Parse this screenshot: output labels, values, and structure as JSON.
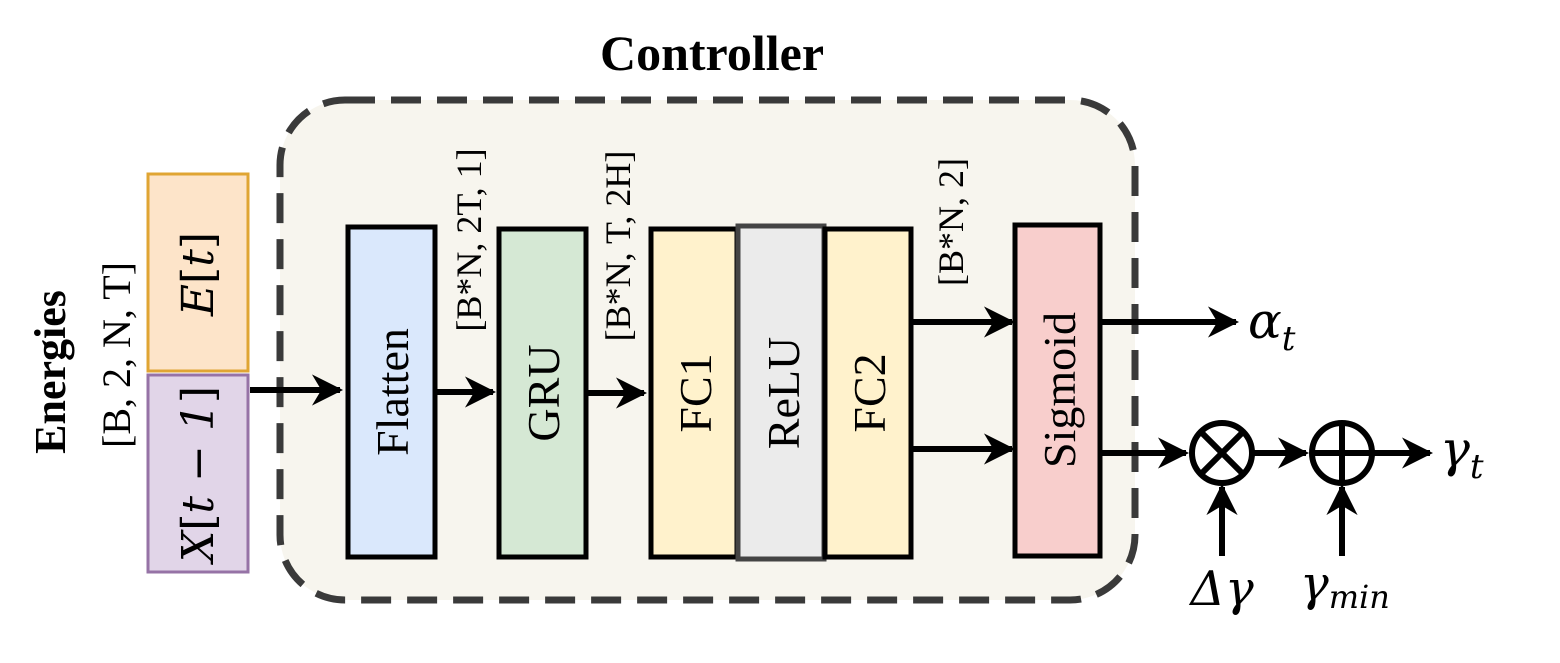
{
  "title": "Controller",
  "input": {
    "label": "Energies",
    "shape": "[B, 2, N, T]",
    "top_box": {
      "var": "E",
      "open": "[",
      "idx": "t",
      "close": "]"
    },
    "bottom_box": {
      "var": "X",
      "open": "[",
      "idx": "t − 1",
      "close": "]"
    }
  },
  "blocks": {
    "flatten": "Flatten",
    "gru": "GRU",
    "fc1": "FC1",
    "relu": "ReLU",
    "fc2": "FC2",
    "sigmoid": "Sigmoid"
  },
  "shapes": {
    "after_flatten": "[B*N, 2T, 1]",
    "after_gru": "[B*N, T, 2H]",
    "after_fc2": "[B*N, 2]"
  },
  "outputs": {
    "alpha": {
      "sym": "α",
      "sub": "t"
    },
    "gamma": {
      "sym": "γ",
      "sub": "t"
    }
  },
  "operators": {
    "multiply": "⊗",
    "add": "⊕"
  },
  "operands": {
    "delta_gamma": "Δγ",
    "gamma_min": {
      "sym": "γ",
      "sub": "min"
    }
  },
  "colors": {
    "controller_bg": "#f7f5ee",
    "controller_border": "#3a3a3a",
    "e_box_fill": "#fde4c9",
    "e_box_stroke": "#e0a533",
    "x_box_fill": "#e1d5e8",
    "x_box_stroke": "#9673a6",
    "flatten_fill": "#dae8fc",
    "gru_fill": "#d5e8d4",
    "fc_fill": "#fff2cc",
    "relu_fill": "#ebebeb",
    "sigmoid_fill": "#f8cecc"
  }
}
